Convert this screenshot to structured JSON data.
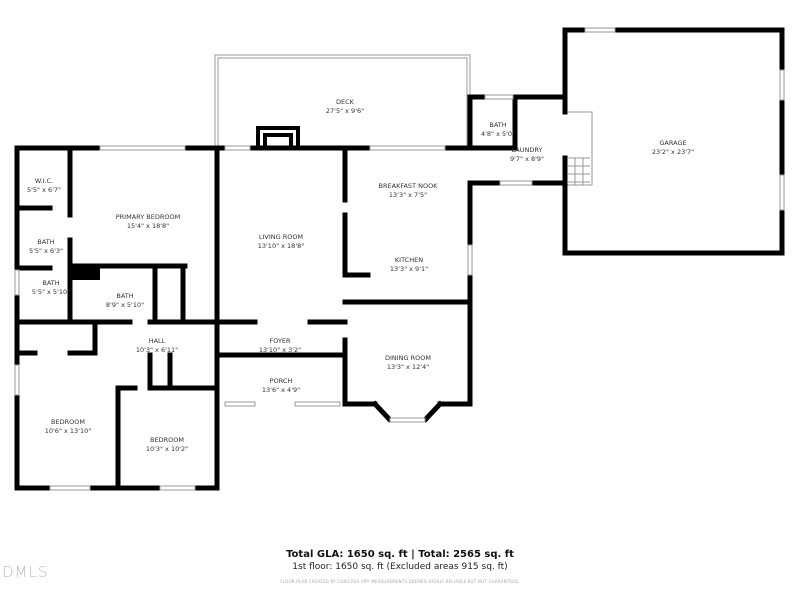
{
  "rooms": [
    {
      "name": "DECK",
      "size": "27'5\" x 9'6\""
    },
    {
      "name": "W.I.C.",
      "size": "5'5\" x 6'7\""
    },
    {
      "name": "PRIMARY BEDROOM",
      "size": "15'4\" x 18'8\""
    },
    {
      "name": "BATH",
      "size": "5'5\" x 6'3\""
    },
    {
      "name": "BATH",
      "size": "5'5\" x 5'10\""
    },
    {
      "name": "BATH",
      "size": "8'9\" x 5'10\""
    },
    {
      "name": "LIVING ROOM",
      "size": "13'10\" x 18'8\""
    },
    {
      "name": "BREAKFAST NOOK",
      "size": "13'3\" x 7'5\""
    },
    {
      "name": "KITCHEN",
      "size": "13'3\" x 9'1\""
    },
    {
      "name": "BATH",
      "size": "4'8\" x 5'0\""
    },
    {
      "name": "LAUNDRY",
      "size": "9'7\" x 8'9\""
    },
    {
      "name": "GARAGE",
      "size": "23'2\" x 23'7\""
    },
    {
      "name": "HALL",
      "size": "10'3\" x 6'11\""
    },
    {
      "name": "FOYER",
      "size": "13'10\" x 3'2\""
    },
    {
      "name": "PORCH",
      "size": "13'6\" x 4'9\""
    },
    {
      "name": "DINING ROOM",
      "size": "13'3\" x 12'4\""
    },
    {
      "name": "BEDROOM",
      "size": "10'6\" x 13'10\""
    },
    {
      "name": "BEDROOM",
      "size": "10'3\" x 10'2\""
    }
  ],
  "footer": {
    "totals": "Total GLA: 1650 sq. ft | Total: 2565 sq. ft",
    "floor": "1st floor: 1650 sq. ft (Excluded areas 915 sq. ft)",
    "disclaimer": "FLOOR PLAN CREATED BY CUBICASA APP. MEASUREMENTS DEEMED HIGHLY RELIABLE BUT NOT GUARANTEED."
  },
  "logo": "DMLS"
}
